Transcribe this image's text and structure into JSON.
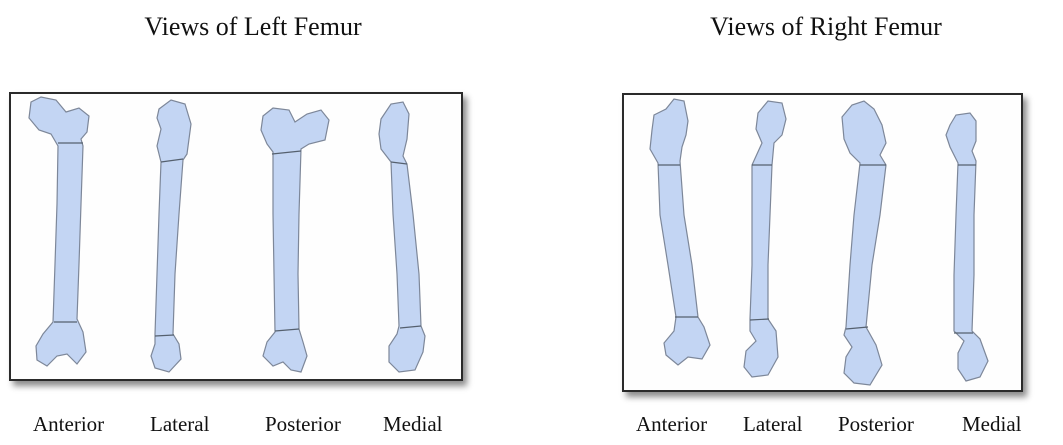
{
  "left": {
    "title": "Views of Left Femur",
    "labels": [
      "Anterior",
      "Lateral",
      "Posterior",
      "Medial"
    ]
  },
  "right": {
    "title": "Views of Right Femur",
    "labels": [
      "Anterior",
      "Lateral",
      "Posterior",
      "Medial"
    ]
  },
  "colors": {
    "bone_fill": "#c3d5f3",
    "bone_stroke": "#7d8799",
    "frame": "#2a2a2a"
  }
}
